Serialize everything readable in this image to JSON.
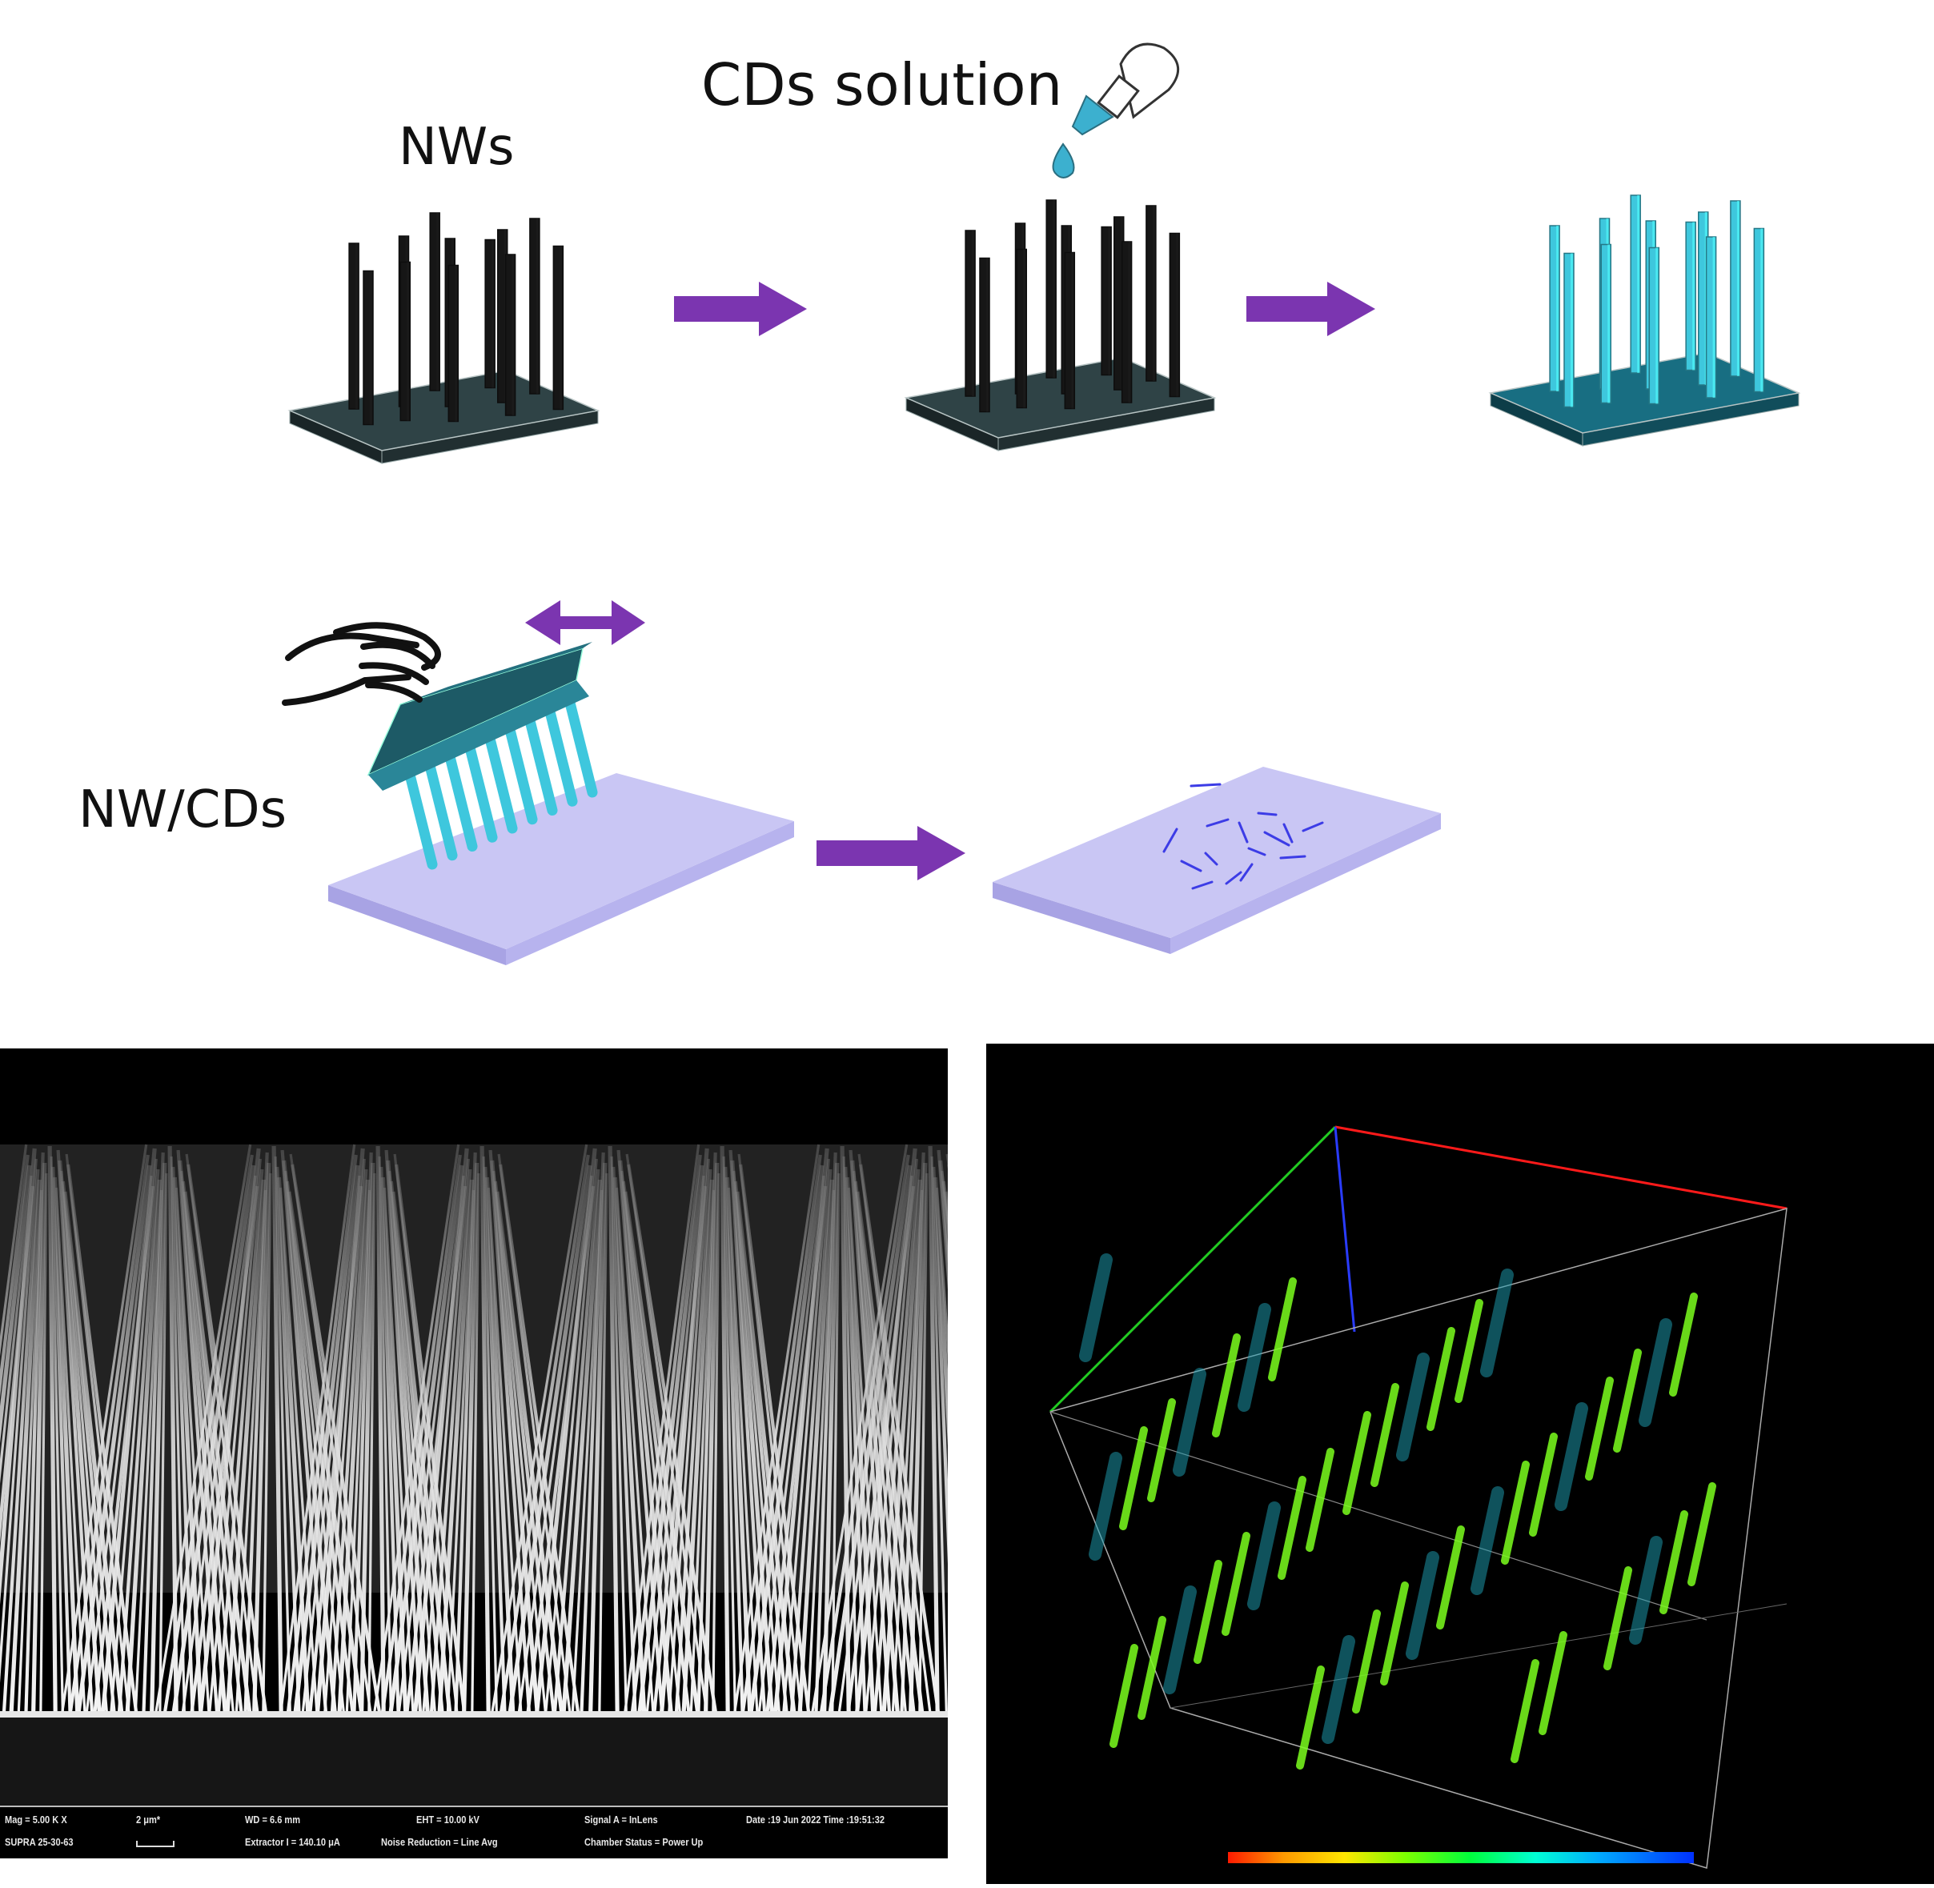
{
  "labels": {
    "nws": "NWs",
    "cds_solution": "CDs solution",
    "nw_cds": "NW/CDs"
  },
  "sem": {
    "mag": "Mag =   5.00 K X",
    "instrument": "SUPRA 25-30-63",
    "scale": "2 μm*",
    "wd": "WD =   6.6 mm",
    "extractor": "Extractor I =  140.10 μA",
    "eht": "EHT =  10.00 kV",
    "noise": "Noise Reduction = Line Avg",
    "signal": "Signal A = InLens",
    "chamber": "Chamber Status = Power Up",
    "date": "Date :19 Jun 2022  Time :19:51:32"
  },
  "colors": {
    "arrow": "#7b35b0",
    "substrate_dark": "#2f4346",
    "wire_dark": "#161616",
    "substrate_cyan": "#186e82",
    "wire_cyan": "#3ec7dd",
    "slide": "#c9c6f4",
    "fragment": "#3c3ce6"
  }
}
